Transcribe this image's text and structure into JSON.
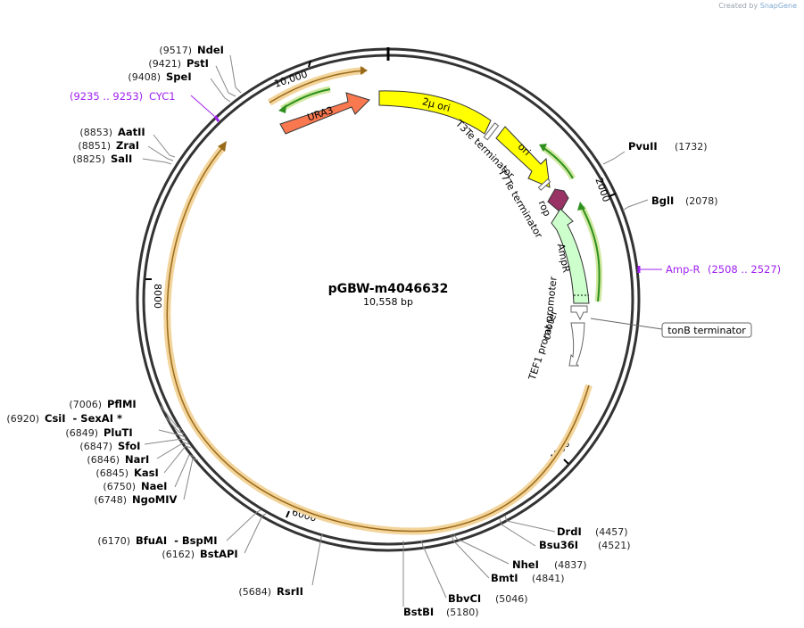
{
  "credit": {
    "prefix": "Created by",
    "brand": "SnapGene"
  },
  "plasmid": {
    "name": "pGBW-m4046632",
    "length": "10,558 bp"
  },
  "tick_labels": [
    "10,000",
    "2000",
    "4000",
    "6000",
    "8000"
  ],
  "features": [
    {
      "label": "URA3"
    },
    {
      "label": "2μ ori"
    },
    {
      "label": "ori"
    },
    {
      "label": "T3Te terminator"
    },
    {
      "label": "T7Te terminator"
    },
    {
      "label": "rop"
    },
    {
      "label": "AmpR"
    },
    {
      "label": "cat promoter"
    },
    {
      "label": "TEF1 promoter"
    },
    {
      "label": "tonB terminator"
    }
  ],
  "primers": [
    {
      "range": "(9235 .. 9253)",
      "name": "CYC1"
    },
    {
      "name": "Amp-R",
      "range": "(2508 .. 2527)"
    }
  ],
  "sites_left": [
    {
      "pos": "(9517)",
      "name": "NdeI"
    },
    {
      "pos": "(9421)",
      "name": "PstI"
    },
    {
      "pos": "(9408)",
      "name": "SpeI"
    },
    {
      "pos": "(8853)",
      "name": "AatII"
    },
    {
      "pos": "(8851)",
      "name": "ZraI"
    },
    {
      "pos": "(8825)",
      "name": "SalI"
    },
    {
      "pos": "(7006)",
      "name": "PflMI"
    },
    {
      "pos": "(6920)",
      "name": "CsiI  - SexAI *"
    },
    {
      "pos": "(6849)",
      "name": "PluTI"
    },
    {
      "pos": "(6847)",
      "name": "SfoI"
    },
    {
      "pos": "(6846)",
      "name": "NarI"
    },
    {
      "pos": "(6845)",
      "name": "KasI"
    },
    {
      "pos": "(6750)",
      "name": "NaeI"
    },
    {
      "pos": "(6748)",
      "name": "NgoMIV"
    },
    {
      "pos": "(6170)",
      "name": "BfuAI  - BspMI"
    },
    {
      "pos": "(6162)",
      "name": "BstAPI"
    },
    {
      "pos": "(5684)",
      "name": "RsrII"
    }
  ],
  "sites_right": [
    {
      "name": "PvuII",
      "pos": "(1732)"
    },
    {
      "name": "BglI",
      "pos": "(2078)"
    },
    {
      "name": "DrdI",
      "pos": "(4457)"
    },
    {
      "name": "Bsu36I",
      "pos": "(4521)"
    },
    {
      "name": "NheI",
      "pos": "(4837)"
    },
    {
      "name": "BmtI",
      "pos": "(4841)"
    },
    {
      "name": "BbvCI",
      "pos": "(5046)"
    },
    {
      "name": "BstBI",
      "pos": "(5180)"
    }
  ],
  "colors": {
    "backbone": "#333333",
    "ura3": "#f97850",
    "ori": "#ffff00",
    "rop": "#993366",
    "ampr": "#ccffcc",
    "primer_green": "#2f8f1f",
    "orf_orange": "#f0c070",
    "primer_purple": "#a020f0"
  }
}
